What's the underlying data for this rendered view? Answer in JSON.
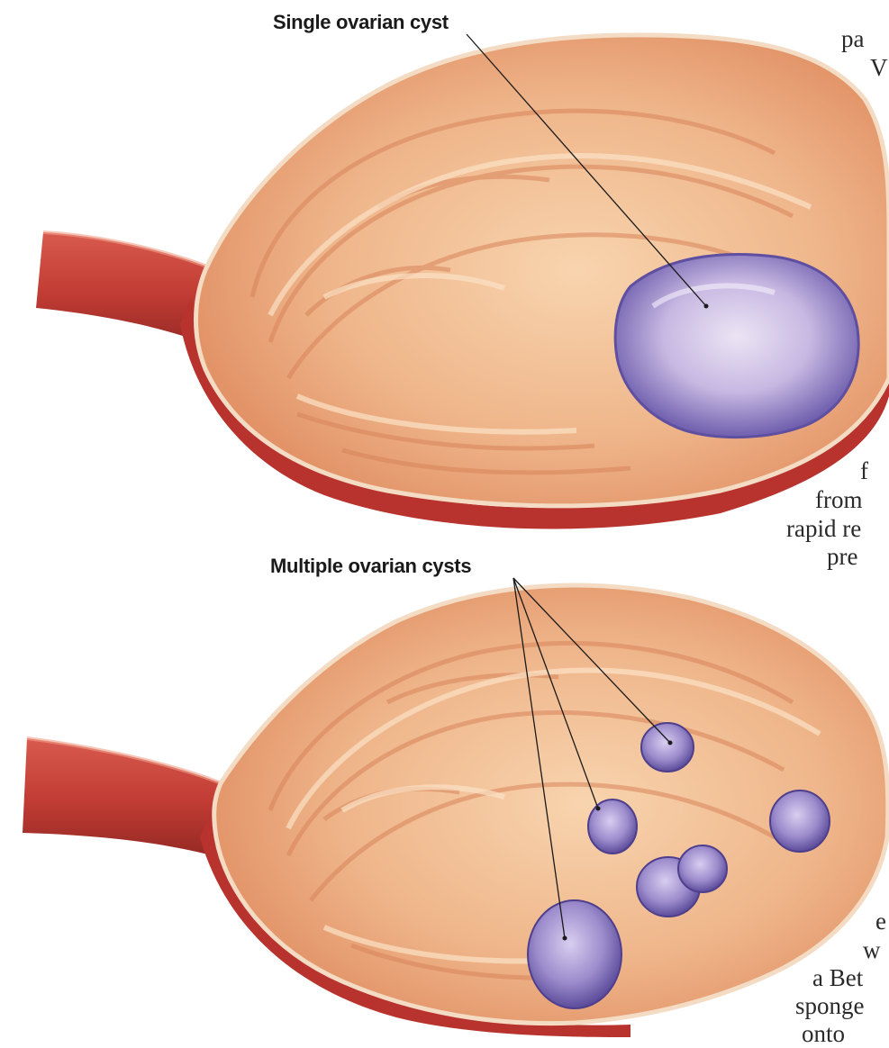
{
  "labels": {
    "single": "Single ovarian cyst",
    "multiple": "Multiple ovarian cysts"
  },
  "side_text_fragments": [
    "pa",
    "V",
    "f",
    "from",
    "rapid re",
    "pre",
    "e",
    "w",
    "a Bet",
    "sponge",
    "onto"
  ],
  "colors": {
    "tissue_light": "#f6c9a0",
    "tissue_mid": "#eba776",
    "tissue_dark": "#d9845a",
    "stalk": "#c8423a",
    "stalk_dark": "#9e2a26",
    "cyst_fill": "#b6a6d8",
    "cyst_center": "#e4dcf2",
    "cyst_edge": "#6a5aa8"
  }
}
